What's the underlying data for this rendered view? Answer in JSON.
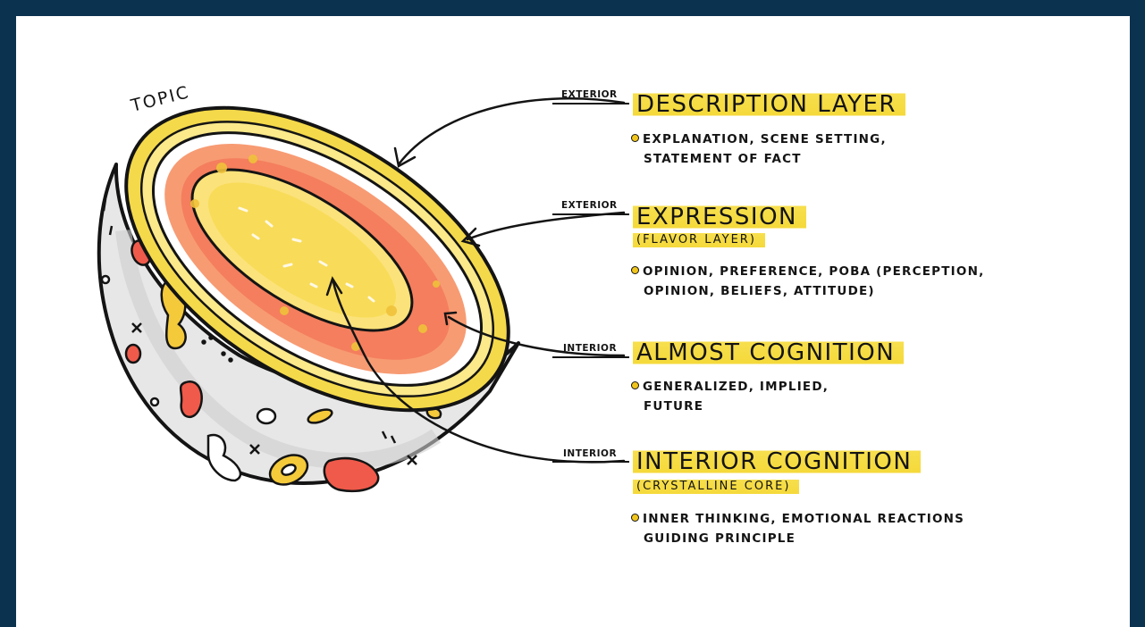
{
  "topic_label": "TOPIC",
  "layers": [
    {
      "side": "EXTERIOR",
      "title": "DESCRIPTION LAYER",
      "subtitle": "",
      "bullet_lines": [
        "EXPLANATION, SCENE SETTING,",
        "STATEMENT OF FACT"
      ]
    },
    {
      "side": "EXTERIOR",
      "title": "EXPRESSION",
      "subtitle": "(FLAVOR LAYER)",
      "bullet_lines": [
        "OPINION, PREFERENCE, POBA (PERCEPTION,",
        "OPINION, BELIEFS, ATTITUDE)"
      ]
    },
    {
      "side": "INTERIOR",
      "title": "ALMOST COGNITION",
      "subtitle": "",
      "bullet_lines": [
        "GENERALIZED, IMPLIED,",
        "FUTURE"
      ]
    },
    {
      "side": "INTERIOR",
      "title": "INTERIOR COGNITION",
      "subtitle": "(CRYSTALLINE CORE)",
      "bullet_lines": [
        "INNER THINKING, EMOTIONAL REACTIONS",
        "GUIDING PRINCIPLE"
      ]
    }
  ],
  "colors": {
    "frame": "#0b3350",
    "highlight": "#f5d93a",
    "rind": "#f4d94a",
    "flesh": "#f08a45",
    "core": "#f7dc5a",
    "shell": "#e6e6e6",
    "ink": "#141414"
  }
}
